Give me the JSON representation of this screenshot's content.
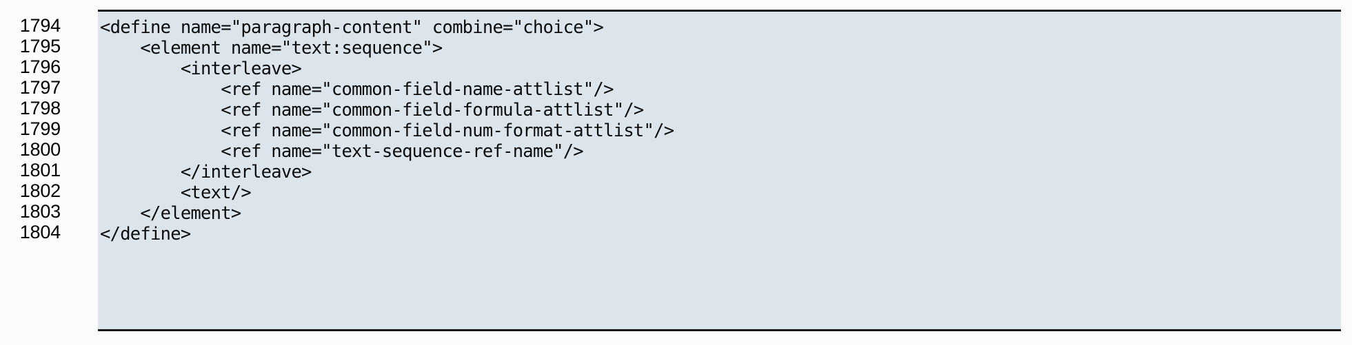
{
  "document": {
    "language": "relaxng-xml",
    "background_color": "#fcfcfc",
    "code_background_color": "#dbe5eb",
    "code_border_color": "#151515",
    "text_color": "#0d0d0d",
    "line_number_color": "#000000"
  },
  "listing": {
    "first_line_number": 1794,
    "last_line_number": 1804,
    "line_numbers": [
      "1794",
      "1795",
      "1796",
      "1797",
      "1798",
      "1799",
      "1800",
      "1801",
      "1802",
      "1803",
      "1804"
    ],
    "lines": [
      "<define name=\"paragraph-content\" combine=\"choice\">",
      "    <element name=\"text:sequence\">",
      "        <interleave>",
      "            <ref name=\"common-field-name-attlist\"/>",
      "            <ref name=\"common-field-formula-attlist\"/>",
      "            <ref name=\"common-field-num-format-attlist\"/>",
      "            <ref name=\"text-sequence-ref-name\"/>",
      "        </interleave>",
      "        <text/>",
      "    </element>",
      "</define>"
    ]
  }
}
